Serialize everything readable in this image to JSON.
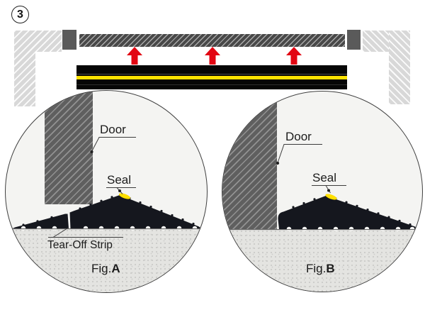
{
  "badge": {
    "number": "3"
  },
  "top_view": {
    "description": "door frame top view with seal and mounting arrows",
    "arrow_icon": "up-arrow-icon",
    "arrow_count": 3
  },
  "fig_a": {
    "door": "Door",
    "seal": "Seal",
    "tear_off": "Tear-Off Strip",
    "caption_prefix": "Fig.",
    "caption_letter": "A"
  },
  "fig_b": {
    "door": "Door",
    "seal": "Seal",
    "caption_prefix": "Fig.",
    "caption_letter": "B"
  },
  "colors": {
    "arrow_red": "#e20613",
    "seal_yellow": "#ffdf00",
    "seal_body": "#15171e",
    "frame_light": "#d8d8d8",
    "frame_dark": "#5a5a5a"
  }
}
